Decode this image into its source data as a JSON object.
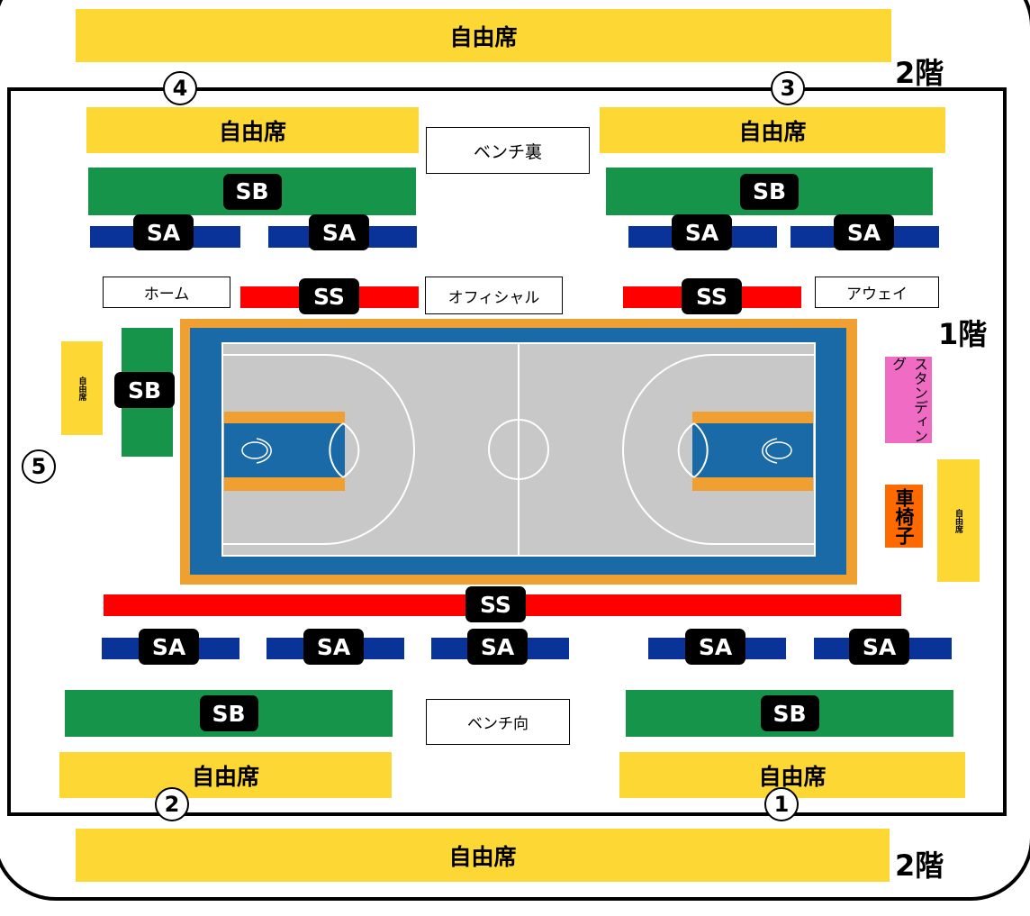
{
  "free_seat": "自由席",
  "bench_back": "ベンチ裏",
  "bench_front": "ベンチ向",
  "home": "ホーム",
  "official": "オフィシャル",
  "away": "アウェイ",
  "standing": "スタンディング",
  "wheelchair": "車椅子",
  "floor1": "1階",
  "floor2": "2階",
  "badges": {
    "ss": "SS",
    "sa": "SA",
    "sb": "SB"
  },
  "gates": [
    "1",
    "2",
    "3",
    "4",
    "5"
  ],
  "colors": {
    "free": "#fdd835",
    "sb": "#15944a",
    "sa": "#0a3399",
    "ss": "#ff0000",
    "standing": "#ef6bc4",
    "wheelchair": "#ff6a00",
    "court_surround": "#f0a030",
    "court_blue": "#1b6aa8",
    "court_floor": "#c8c8c8",
    "paint": "#1b6aa8",
    "paint_edge": "#f0a030"
  }
}
